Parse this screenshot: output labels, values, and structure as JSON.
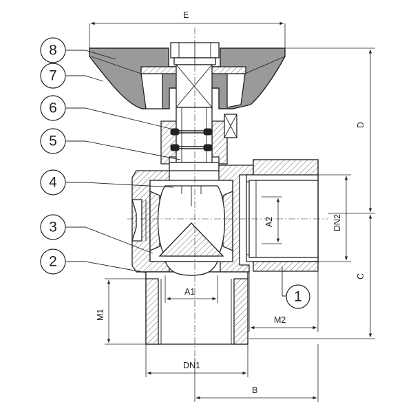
{
  "callouts": {
    "c1": "1",
    "c2": "2",
    "c3": "3",
    "c4": "4",
    "c5": "5",
    "c6": "6",
    "c7": "7",
    "c8": "8"
  },
  "dimensions": {
    "E": "E",
    "D": "D",
    "C": "C",
    "B": "B",
    "DN1": "DN1",
    "DN2": "DN2",
    "A1": "A1",
    "A2": "A2",
    "M1": "M1",
    "M2": "M2"
  },
  "colors": {
    "line": "#222222",
    "handle_fill": "#9a9a9a",
    "background": "#ffffff"
  }
}
